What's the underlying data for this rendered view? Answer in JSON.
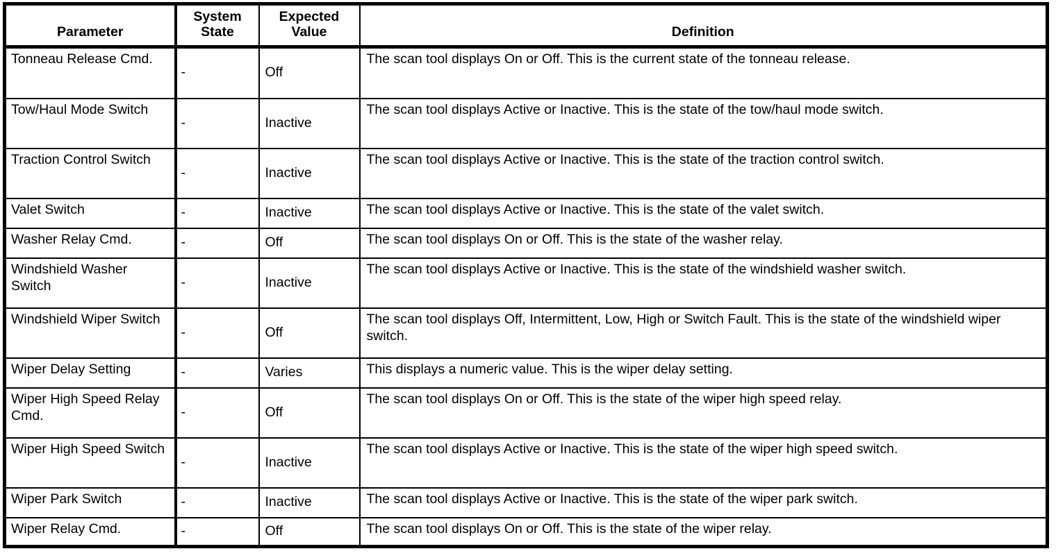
{
  "table": {
    "headers": {
      "parameter": "Parameter",
      "system_state": "System State",
      "system_state_line1": "System",
      "system_state_line2": "State",
      "expected_value": "Expected Value",
      "expected_value_line1": "Expected",
      "expected_value_line2": "Value",
      "definition": "Definition"
    },
    "rows": [
      {
        "parameter": "Tonneau Release Cmd.",
        "system_state": "-",
        "expected_value": "Off",
        "definition": "The scan tool displays On or Off. This is the current state of the tonneau release."
      },
      {
        "parameter": "Tow/Haul Mode Switch",
        "system_state": "-",
        "expected_value": "Inactive",
        "definition": "The scan tool displays Active or Inactive. This is the state of the tow/haul mode switch."
      },
      {
        "parameter": "Traction Control Switch",
        "system_state": "-",
        "expected_value": "Inactive",
        "definition": "The scan tool displays Active or Inactive. This is the state of the traction control switch."
      },
      {
        "parameter": "Valet Switch",
        "system_state": "-",
        "expected_value": "Inactive",
        "definition": "The scan tool displays Active or Inactive. This is the state of the valet switch."
      },
      {
        "parameter": "Washer Relay Cmd.",
        "system_state": "-",
        "expected_value": "Off",
        "definition": "The scan tool displays On or Off. This is the state of the washer relay."
      },
      {
        "parameter": "Windshield Washer Switch",
        "system_state": "-",
        "expected_value": "Inactive",
        "definition": "The scan tool displays Active or Inactive. This is the state of the windshield washer switch."
      },
      {
        "parameter": "Windshield Wiper Switch",
        "system_state": "-",
        "expected_value": "Off",
        "definition": "The scan tool displays Off, Intermittent, Low, High or Switch Fault. This is the state of the windshield wiper switch."
      },
      {
        "parameter": "Wiper Delay Setting",
        "system_state": "-",
        "expected_value": "Varies",
        "definition": "This displays a numeric value. This is the wiper delay setting."
      },
      {
        "parameter": "Wiper High Speed Relay Cmd.",
        "system_state": "-",
        "expected_value": "Off",
        "definition": "The scan tool displays On or Off. This is the state of the wiper high speed relay."
      },
      {
        "parameter": "Wiper High Speed Switch",
        "system_state": "-",
        "expected_value": "Inactive",
        "definition": "The scan tool displays Active or Inactive. This is the state of the wiper high speed switch."
      },
      {
        "parameter": "Wiper Park Switch",
        "system_state": "-",
        "expected_value": "Inactive",
        "definition": "The scan tool displays Active or Inactive. This is the state of the wiper park switch."
      },
      {
        "parameter": "Wiper Relay Cmd.",
        "system_state": "-",
        "expected_value": "Off",
        "definition": "The scan tool displays On or Off. This is the state of the wiper relay."
      }
    ]
  }
}
